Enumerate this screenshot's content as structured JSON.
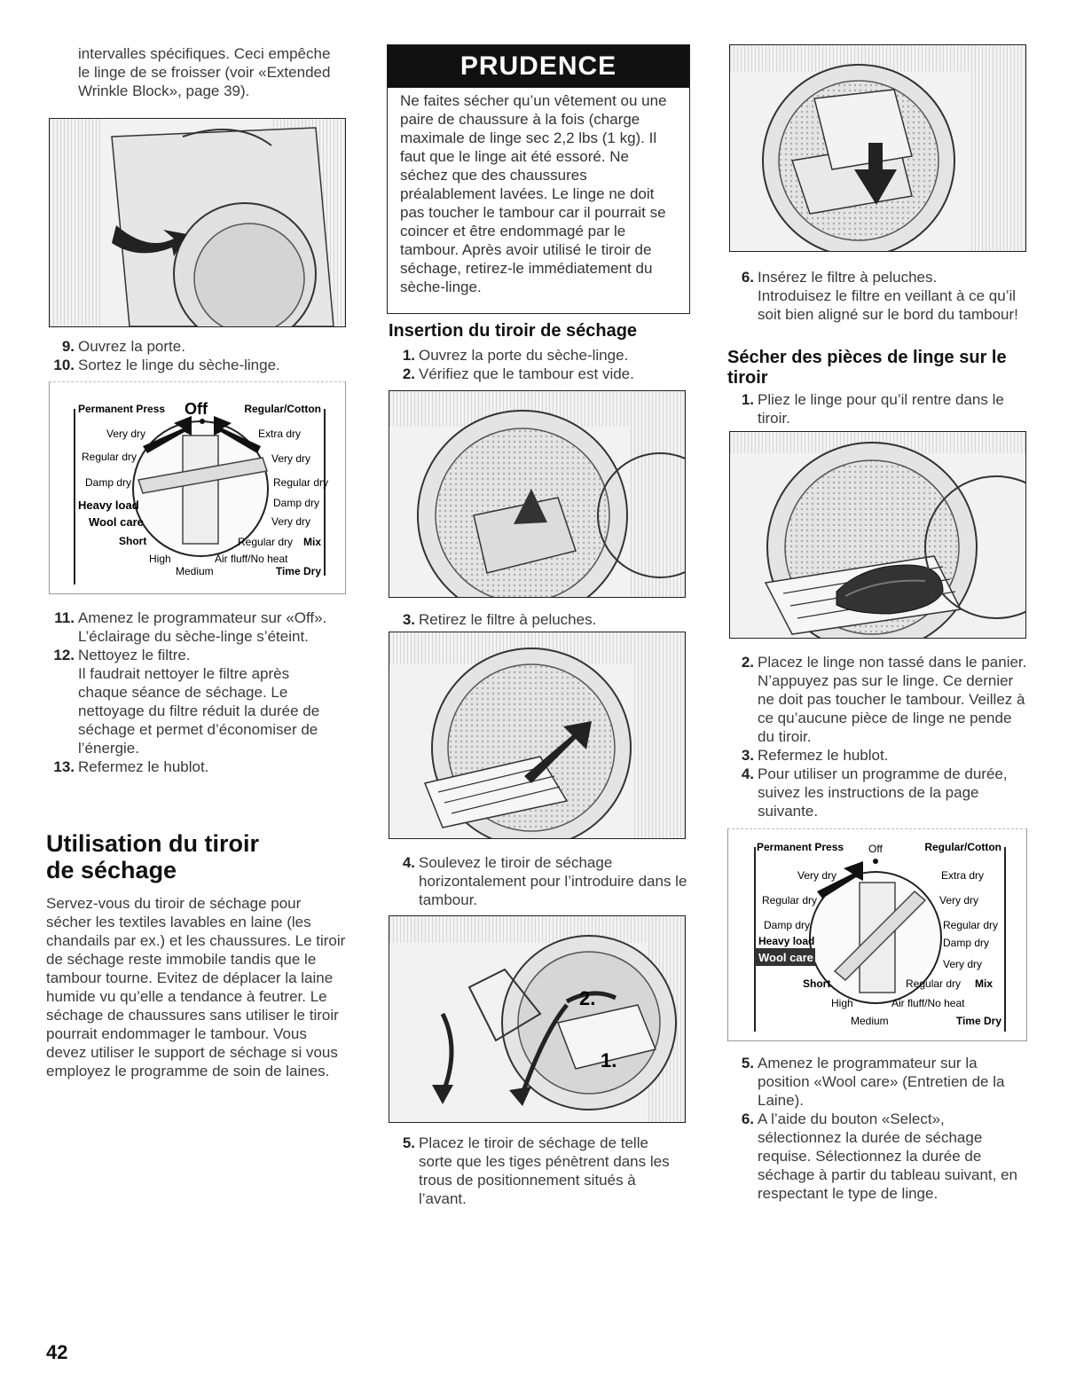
{
  "page_number": "42",
  "col1": {
    "intro": "intervalles spécifiques. Ceci empêche le linge de se froisser (voir «Extended Wrinkle Block», page 39).",
    "steps_a": [
      {
        "num": "9.",
        "text": "Ouvrez la porte."
      },
      {
        "num": "10.",
        "text": "Sortez le linge du sèche-linge."
      }
    ],
    "steps_b": [
      {
        "num": "11.",
        "text": "Amenez le programmateur sur «Off».",
        "sub": "L’éclairage du sèche-linge s’éteint."
      },
      {
        "num": "12.",
        "text": "Nettoyez le filtre.",
        "sub": "Il faudrait nettoyer le filtre après chaque séance de séchage. Le nettoyage du filtre réduit la durée de séchage et permet d’économiser de l’énergie."
      },
      {
        "num": "13.",
        "text": "Refermez le hublot."
      }
    ],
    "section_title_1": "Utilisation du tiroir",
    "section_title_2": "de séchage",
    "section_body": "Servez-vous du tiroir de séchage pour sécher les textiles lavables en laine (les chandails par ex.) et les chaussures. Le tiroir de séchage reste immobile tandis que le tambour tourne. Evitez de déplacer la laine humide vu qu’elle a tendance à feutrer. Le séchage de chaussures sans utiliser le tiroir pourrait endommager le tambour. Vous devez utiliser le support de séchage si vous employez le programme de soin de laines."
  },
  "dial": {
    "permanent_press": "Permanent Press",
    "off": "Off",
    "regular_cotton": "Regular/Cotton",
    "very_dry_l": "Very dry",
    "extra_dry": "Extra dry",
    "regular_dry_l": "Regular dry",
    "very_dry_r": "Very dry",
    "damp_dry_l": "Damp dry",
    "regular_dry_r": "Regular dry",
    "heavy_load": "Heavy load",
    "damp_dry_r": "Damp dry",
    "wool_care": "Wool care",
    "very_dry_r2": "Very dry",
    "short": "Short",
    "regular_dry": "Regular dry",
    "mix": "Mix",
    "high": "High",
    "air_fluff": "Air fluff/No heat",
    "medium": "Medium",
    "time_dry": "Time Dry"
  },
  "col2": {
    "prudence_title": "PRUDENCE",
    "prudence_text": "Ne faites sécher qu’un vêtement ou une paire de chaussure à la fois (charge maximale de linge sec 2,2 lbs (1 kg). Il faut que le linge ait été essoré. Ne séchez que des chaussures préalablement lavées. Le linge ne doit pas toucher le tambour car il pourrait se coincer et être endommagé par le tambour. Après avoir utilisé le tiroir de séchage, retirez-le immédiatement du sèche-linge.",
    "heading": "Insertion du tiroir de séchage",
    "steps_a": [
      {
        "num": "1.",
        "text": "Ouvrez la porte du sèche-linge."
      },
      {
        "num": "2.",
        "text": "Vérifiez que le tambour est vide."
      }
    ],
    "step3": {
      "num": "3.",
      "text": "Retirez le filtre à peluches."
    },
    "step4": {
      "num": "4.",
      "text": "Soulevez le tiroir de séchage horizontalement pour l’introduire dans le tambour."
    },
    "step5": {
      "num": "5.",
      "text": "Placez le tiroir de séchage de telle sorte que les tiges pénètrent dans les trous de positionnement situés à l’avant."
    },
    "fig_label_1": "1.",
    "fig_label_2": "2."
  },
  "col3": {
    "step6": {
      "num": "6.",
      "text": "Insérez le filtre à peluches.",
      "sub": "Introduisez le filtre en veillant à ce qu’il soit bien aligné sur le bord du tambour!"
    },
    "heading_1": "Sécher des pièces de linge sur le",
    "heading_2": "tiroir",
    "step1": {
      "num": "1.",
      "text": "Pliez le linge pour qu’il rentre dans le tiroir."
    },
    "steps_b": [
      {
        "num": "2.",
        "text": "Placez le linge non tassé dans le panier. N’appuyez pas sur le linge. Ce dernier ne doit pas toucher le tambour. Veillez à ce qu’aucune pièce de linge ne pende du tiroir."
      },
      {
        "num": "3.",
        "text": "Refermez le hublot."
      },
      {
        "num": "4.",
        "text": "Pour utiliser un programme de durée, suivez les instructions de la page suivante."
      }
    ],
    "steps_c": [
      {
        "num": "5.",
        "text": "Amenez le programmateur sur la position «Wool care» (Entretien de la Laine)."
      },
      {
        "num": "6.",
        "text": "A l’aide du bouton «Select», sélectionnez la durée de séchage requise. Sélectionnez la durée de séchage à partir du tableau suivant, en respectant le type de linge."
      }
    ]
  }
}
